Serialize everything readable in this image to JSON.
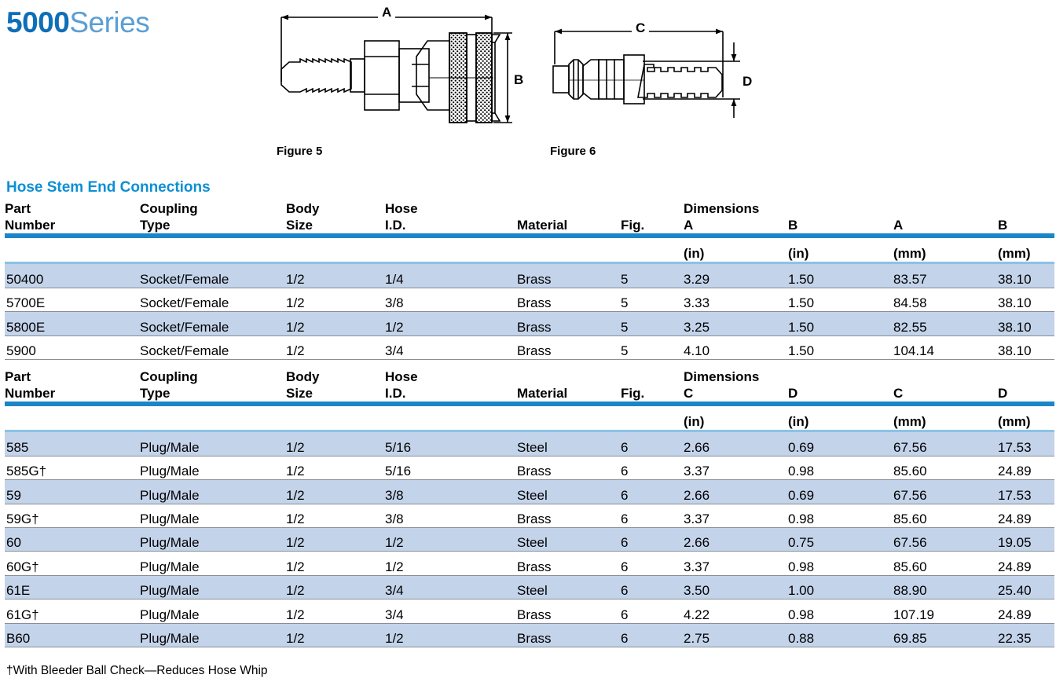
{
  "title": {
    "number": "5000",
    "word": "Series"
  },
  "figures": [
    {
      "name": "figure-5",
      "caption": "Figure 5",
      "dim_labels": [
        "A",
        "B"
      ],
      "depicts": "socket-female-coupling-hose-stem"
    },
    {
      "name": "figure-6",
      "caption": "Figure 6",
      "dim_labels": [
        "C",
        "D"
      ],
      "depicts": "plug-male-nipple-hose-stem"
    }
  ],
  "section_heading": "Hose Stem End Connections",
  "footnote": "†With Bleeder Ball Check—Reduces Hose Whip",
  "colors": {
    "title_number": "#0d6fb8",
    "title_word": "#5b9fd4",
    "heading_blue": "#0d8fd4",
    "rule_blue": "#1a86c8",
    "rule_light_blue": "#8cc2e4",
    "row_shade": "#c3d3ea",
    "row_line": "#8a8f96"
  },
  "table1": {
    "headers": {
      "part": [
        "Part",
        "Number"
      ],
      "type": [
        "Coupling",
        "Type"
      ],
      "body": [
        "Body",
        "Size"
      ],
      "hose": [
        "Hose",
        "I.D."
      ],
      "material": "Material",
      "fig": "Fig.",
      "dimensions_label": "Dimensions",
      "dim_cols": [
        "A",
        "B",
        "A",
        "B"
      ],
      "units": [
        "(in)",
        "(in)",
        "(mm)",
        "(mm)"
      ]
    },
    "rows": [
      {
        "part": "50400",
        "type": "Socket/Female",
        "body": "1/2",
        "hose": "1/4",
        "material": "Brass",
        "fig": "5",
        "d1": "3.29",
        "d2": "1.50",
        "d3": "83.57",
        "d4": "38.10",
        "shaded": true
      },
      {
        "part": "5700E",
        "type": "Socket/Female",
        "body": "1/2",
        "hose": "3/8",
        "material": "Brass",
        "fig": "5",
        "d1": "3.33",
        "d2": "1.50",
        "d3": "84.58",
        "d4": "38.10",
        "shaded": false
      },
      {
        "part": "5800E",
        "type": "Socket/Female",
        "body": "1/2",
        "hose": "1/2",
        "material": "Brass",
        "fig": "5",
        "d1": "3.25",
        "d2": "1.50",
        "d3": "82.55",
        "d4": "38.10",
        "shaded": true
      },
      {
        "part": "5900",
        "type": "Socket/Female",
        "body": "1/2",
        "hose": "3/4",
        "material": "Brass",
        "fig": "5",
        "d1": "4.10",
        "d2": "1.50",
        "d3": "104.14",
        "d4": "38.10",
        "shaded": false
      }
    ]
  },
  "table2": {
    "headers": {
      "part": [
        "Part",
        "Number"
      ],
      "type": [
        "Coupling",
        "Type"
      ],
      "body": [
        "Body",
        "Size"
      ],
      "hose": [
        "Hose",
        "I.D."
      ],
      "material": "Material",
      "fig": "Fig.",
      "dimensions_label": "Dimensions",
      "dim_cols": [
        "C",
        "D",
        "C",
        "D"
      ],
      "units": [
        "(in)",
        "(in)",
        "(mm)",
        "(mm)"
      ]
    },
    "rows": [
      {
        "part": "585",
        "type": "Plug/Male",
        "body": "1/2",
        "hose": "5/16",
        "material": "Steel",
        "fig": "6",
        "d1": "2.66",
        "d2": "0.69",
        "d3": "67.56",
        "d4": "17.53",
        "shaded": true
      },
      {
        "part": "585G†",
        "type": "Plug/Male",
        "body": "1/2",
        "hose": "5/16",
        "material": "Brass",
        "fig": "6",
        "d1": "3.37",
        "d2": "0.98",
        "d3": "85.60",
        "d4": "24.89",
        "shaded": false
      },
      {
        "part": "59",
        "type": "Plug/Male",
        "body": "1/2",
        "hose": "3/8",
        "material": "Steel",
        "fig": "6",
        "d1": "2.66",
        "d2": "0.69",
        "d3": "67.56",
        "d4": "17.53",
        "shaded": true
      },
      {
        "part": "59G†",
        "type": "Plug/Male",
        "body": "1/2",
        "hose": "3/8",
        "material": "Brass",
        "fig": "6",
        "d1": "3.37",
        "d2": "0.98",
        "d3": "85.60",
        "d4": "24.89",
        "shaded": false
      },
      {
        "part": "60",
        "type": "Plug/Male",
        "body": "1/2",
        "hose": "1/2",
        "material": "Steel",
        "fig": "6",
        "d1": "2.66",
        "d2": "0.75",
        "d3": "67.56",
        "d4": "19.05",
        "shaded": true
      },
      {
        "part": "60G†",
        "type": "Plug/Male",
        "body": "1/2",
        "hose": "1/2",
        "material": "Brass",
        "fig": "6",
        "d1": "3.37",
        "d2": "0.98",
        "d3": "85.60",
        "d4": "24.89",
        "shaded": false
      },
      {
        "part": "61E",
        "type": "Plug/Male",
        "body": "1/2",
        "hose": "3/4",
        "material": "Steel",
        "fig": "6",
        "d1": "3.50",
        "d2": "1.00",
        "d3": "88.90",
        "d4": "25.40",
        "shaded": true
      },
      {
        "part": "61G†",
        "type": "Plug/Male",
        "body": "1/2",
        "hose": "3/4",
        "material": "Brass",
        "fig": "6",
        "d1": "4.22",
        "d2": "0.98",
        "d3": "107.19",
        "d4": "24.89",
        "shaded": false
      },
      {
        "part": "B60",
        "type": "Plug/Male",
        "body": "1/2",
        "hose": "1/2",
        "material": "Brass",
        "fig": "6",
        "d1": "2.75",
        "d2": "0.88",
        "d3": "69.85",
        "d4": "22.35",
        "shaded": true
      }
    ]
  }
}
